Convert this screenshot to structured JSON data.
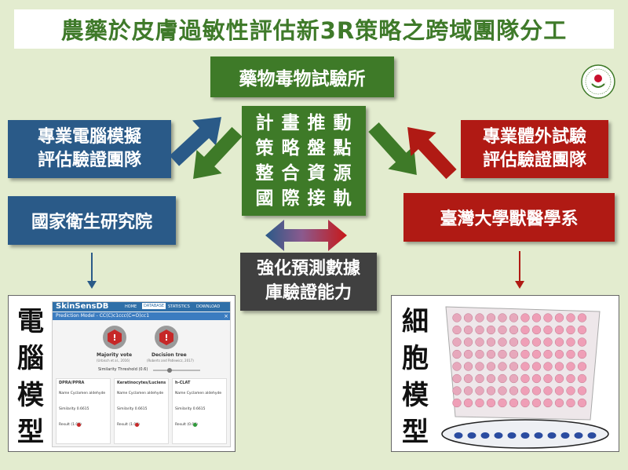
{
  "title": "農藥於皮膚過敏性評估新3R策略之跨域團隊分工",
  "center_org": "藥物毒物試驗所",
  "strategy_lines": "計 畫 推 動\n策 略 盤 點\n整 合 資 源\n國 際 接 軌",
  "left_team": "專業電腦模擬\n評估驗證團隊",
  "left_org": "國家衛生研究院",
  "right_team": "專業體外試驗\n評估驗證團隊",
  "right_org": "臺灣大學獸醫學系",
  "center_goal": "強化預測數據\n庫驗證能力",
  "left_model_label": "電\n腦\n模\n型",
  "right_model_label": "細\n胞\n模\n型",
  "skinsens": {
    "logo": "SkinSensDB",
    "nav": [
      "HOME",
      "DATABASE",
      "STATISTICS",
      "DOWNLOAD"
    ],
    "model_title": "Prediction Model - CC(C)c1ccc(C=O)cc1",
    "close": "×",
    "majority_vote": "Majority vote",
    "majority_ref": "(Urbisch et al., 2016)",
    "decision_tree": "Decision tree",
    "decision_ref": "(Roberts and Patlewicz, 2017)",
    "threshold": "Similarity Threshold (0.6)",
    "columns": [
      {
        "name": "DPRA/PPRA",
        "chem": "Cyclamen aldehyde",
        "sim": "0.6615",
        "res": "(1.00)"
      },
      {
        "name": "Keratinocytes/Luciens",
        "chem": "Cyclamen aldehyde",
        "sim": "0.6615",
        "res": "(1.00)"
      },
      {
        "name": "h-CLAT",
        "chem": "Cyclamen aldehyde",
        "sim": "0.6615",
        "res": "(0.00)"
      }
    ],
    "row_name": "Name",
    "row_similarity": "Similarity",
    "row_result": "Result"
  },
  "colors": {
    "green": "#3e7a28",
    "blue": "#2a5a88",
    "red": "#b01a14",
    "dark": "#404040",
    "background": "#e3eccf",
    "title_text": "#3f7a2a"
  },
  "icons": [
    "acri-logo-icon",
    "arrow-up-right-icon",
    "arrow-down-left-icon",
    "arrow-down-right-icon",
    "arrow-up-left-icon",
    "double-arrow-icon",
    "down-arrow-icon",
    "well-plate-photo"
  ]
}
